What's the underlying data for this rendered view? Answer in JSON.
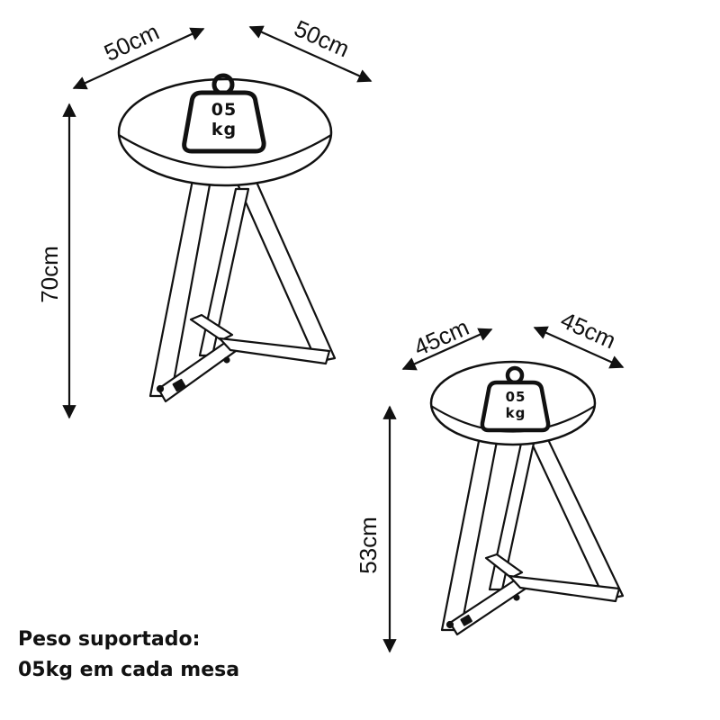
{
  "tables": [
    {
      "width_label": "50cm",
      "depth_label": "50cm",
      "height_label": "70cm",
      "weight": {
        "number": "05",
        "unit": "kg",
        "icon": "weight-icon"
      }
    },
    {
      "width_label": "45cm",
      "depth_label": "45cm",
      "height_label": "53cm",
      "weight": {
        "number": "05",
        "unit": "kg",
        "icon": "weight-icon"
      }
    }
  ],
  "caption": {
    "line1": "Peso suportado:",
    "line2": "05kg em cada mesa"
  }
}
